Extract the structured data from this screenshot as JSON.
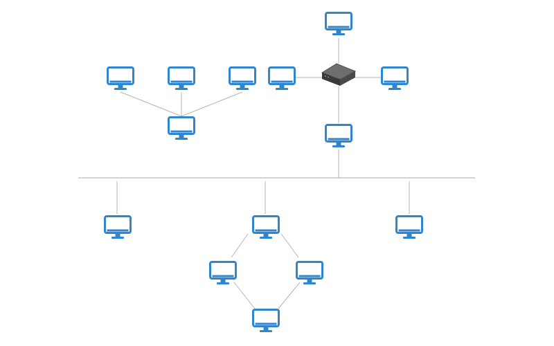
{
  "diagram": {
    "type": "network-topology",
    "colors": {
      "computer": "#2f86cf",
      "computer_screen": "#ffffff",
      "hub_top": "#6e6e6e",
      "hub_side": "#4a4a4a",
      "hub_front": "#3a3a3a",
      "link": "#b4b4b4",
      "bus": "#a8a8a8",
      "background": "#ffffff"
    },
    "icons": {
      "computer": "monitor-icon",
      "hub": "network-hub-icon"
    },
    "groups": [
      {
        "name": "tree-topology",
        "nodes": [
          "pc-tree-left",
          "pc-tree-mid",
          "pc-tree-right",
          "pc-tree-root"
        ]
      },
      {
        "name": "star-topology",
        "nodes": [
          "pc-star-top",
          "pc-star-left",
          "pc-star-right",
          "pc-star-bottom",
          "hub"
        ]
      },
      {
        "name": "bus-topology",
        "nodes": [
          "pc-bus-left",
          "pc-ring-top",
          "pc-bus-right",
          "pc-star-bottom"
        ]
      },
      {
        "name": "ring-topology",
        "nodes": [
          "pc-ring-top",
          "pc-ring-left",
          "pc-ring-right",
          "pc-ring-bottom"
        ]
      }
    ]
  }
}
